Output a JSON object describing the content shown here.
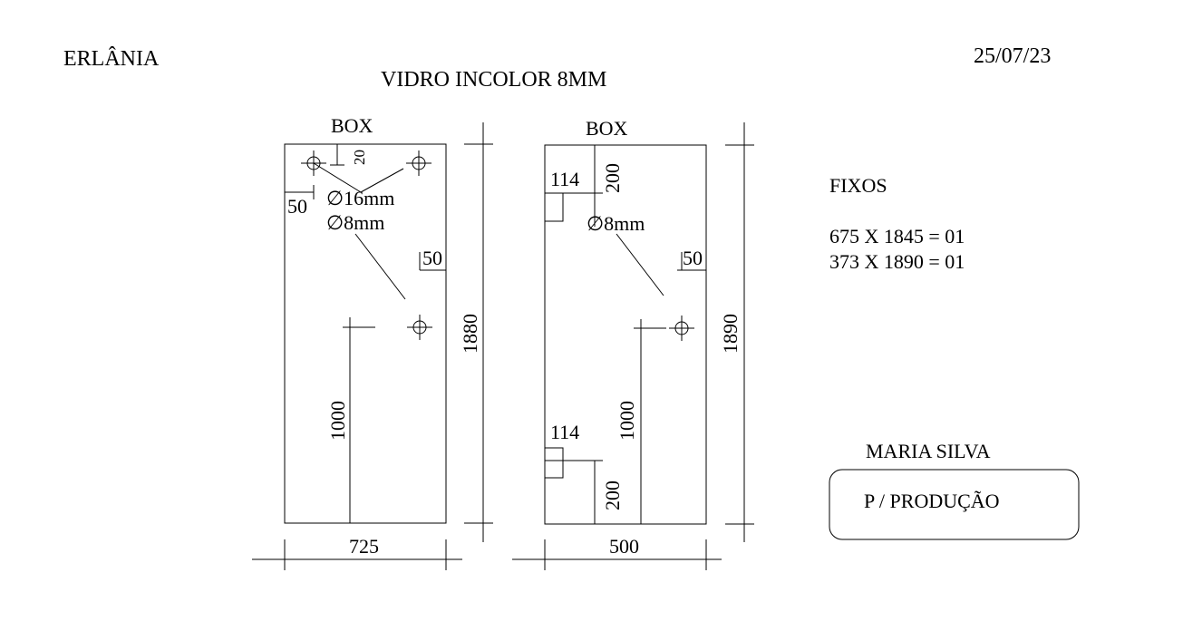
{
  "header": {
    "client": "ERLÂNIA",
    "date": "25/07/23",
    "material": "VIDRO INCOLOR 8MM"
  },
  "panel_left": {
    "title": "BOX",
    "hole_offset_top": "20",
    "hole_offset_side": "50",
    "hole_large_label": "∅16mm",
    "hole_small_label": "∅8mm",
    "handle_offset_side": "50",
    "handle_height": "1000",
    "height": "1880",
    "width": "725"
  },
  "panel_right": {
    "title": "BOX",
    "notch_top_width": "114",
    "notch_top_offset": "200",
    "hole_small_label": "∅8mm",
    "handle_offset_side": "50",
    "handle_height": "1000",
    "notch_bottom_width": "114",
    "notch_bottom_offset": "200",
    "height": "1890",
    "width": "500"
  },
  "summary": {
    "heading": "FIXOS",
    "lines": [
      "675 X 1845 = 01",
      "373 X 1890 = 01"
    ]
  },
  "footer": {
    "name": "MARIA SILVA",
    "stamp": "P / PRODUÇÃO"
  }
}
